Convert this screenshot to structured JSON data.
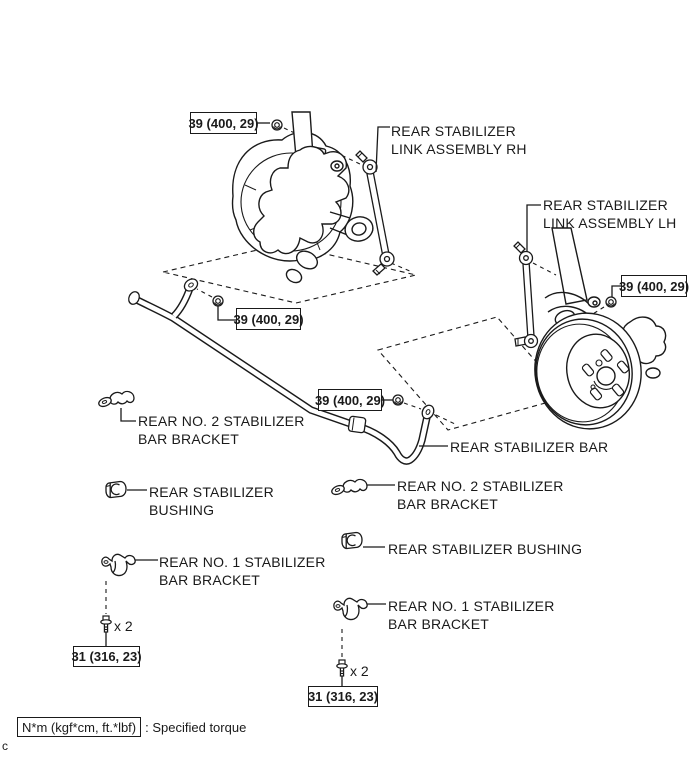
{
  "diagram": {
    "torque_boxes": [
      {
        "value": "39 (400, 29)"
      },
      {
        "value": "39 (400, 29)"
      },
      {
        "value": "39 (400, 29)"
      },
      {
        "value": "39 (400, 29)"
      },
      {
        "value": "31 (316, 23)"
      },
      {
        "value": "31 (316, 23)"
      }
    ],
    "part_labels": [
      {
        "line1": "REAR STABILIZER",
        "line2": "LINK ASSEMBLY RH"
      },
      {
        "line1": "REAR STABILIZER",
        "line2": "LINK ASSEMBLY LH"
      },
      {
        "line1": "REAR NO. 2 STABILIZER",
        "line2": "BAR BRACKET"
      },
      {
        "line1": "REAR STABILIZER BAR",
        "line2": ""
      },
      {
        "line1": "REAR NO. 2 STABILIZER",
        "line2": "BAR BRACKET"
      },
      {
        "line1": "REAR STABILIZER",
        "line2": "BUSHING"
      },
      {
        "line1": "REAR STABILIZER BUSHING",
        "line2": ""
      },
      {
        "line1": "REAR NO. 1 STABILIZER",
        "line2": "BAR BRACKET"
      },
      {
        "line1": "REAR NO. 1 STABILIZER",
        "line2": "BAR BRACKET"
      }
    ],
    "quantity_notes": [
      {
        "text": "x 2"
      },
      {
        "text": "x 2"
      }
    ],
    "legend": {
      "unit_box": "N*m (kgf*cm, ft.*lbf)",
      "description": ": Specified torque"
    },
    "page_marker": "c",
    "colors": {
      "line": "#1a1a1a",
      "background": "#ffffff"
    }
  }
}
